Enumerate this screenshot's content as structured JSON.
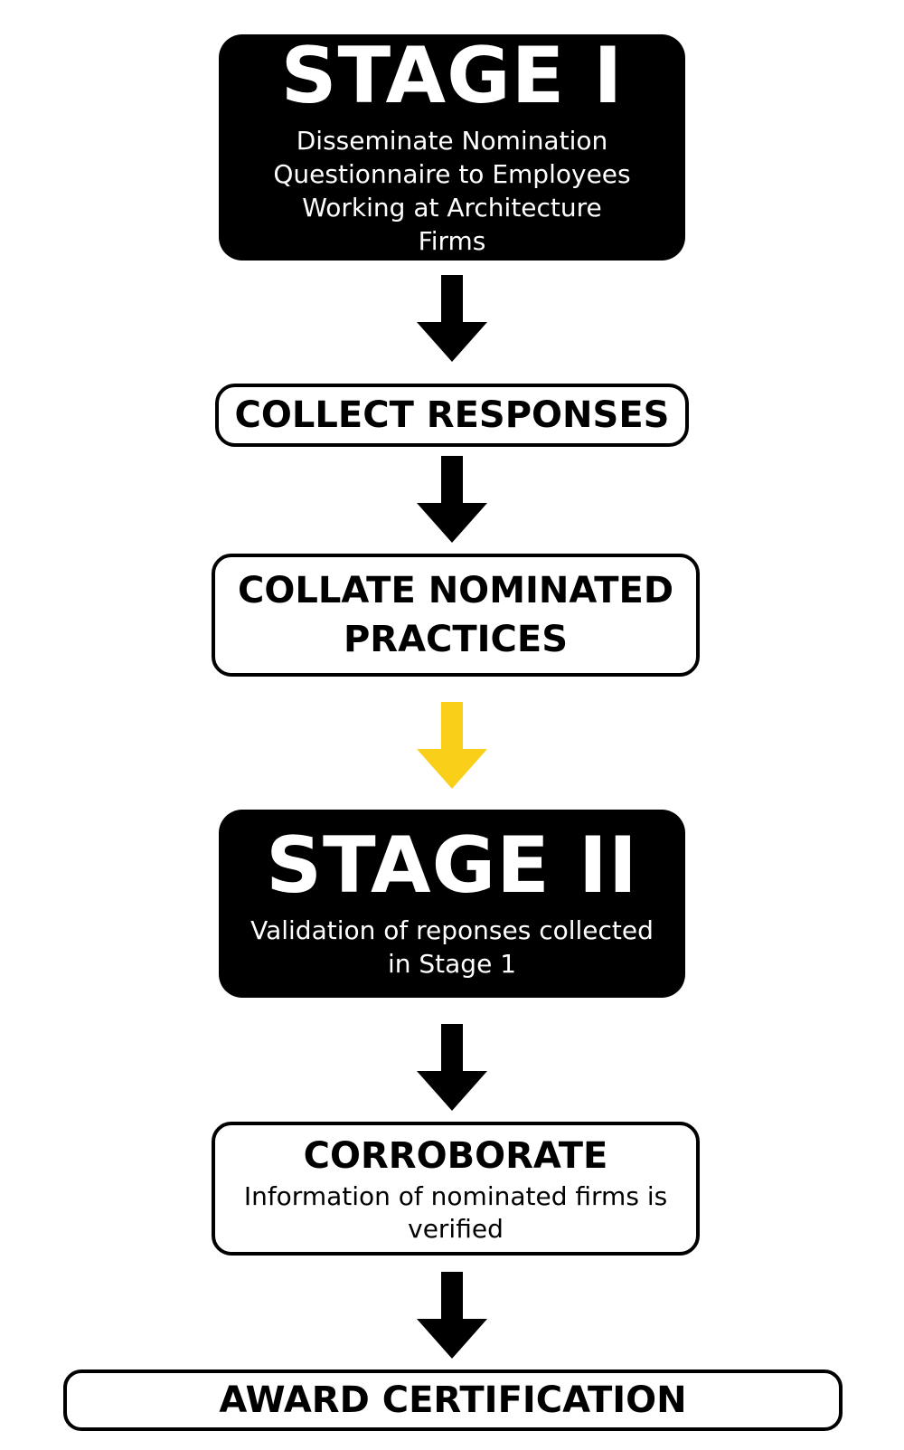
{
  "stage1": {
    "title": "STAGE I",
    "description": "Disseminate Nomination Questionnaire to Employees Working at Architecture Firms"
  },
  "step_collect": {
    "title": "COLLECT RESPONSES"
  },
  "step_collate": {
    "title_line1": "COLLATE NOMINATED",
    "title_line2": "PRACTICES"
  },
  "stage2": {
    "title": "STAGE II",
    "description_line1": "Validation of reponses collected",
    "description_line2": "in Stage 1"
  },
  "step_corroborate": {
    "title": "CORROBORATE",
    "description_line1": "Information of nominated firms is",
    "description_line2": "verified"
  },
  "step_award": {
    "title": "AWARD CERTIFICATION"
  },
  "colors": {
    "dark_box": "#000000",
    "arrow": "#000000",
    "highlight_arrow": "#f9cf1a"
  }
}
